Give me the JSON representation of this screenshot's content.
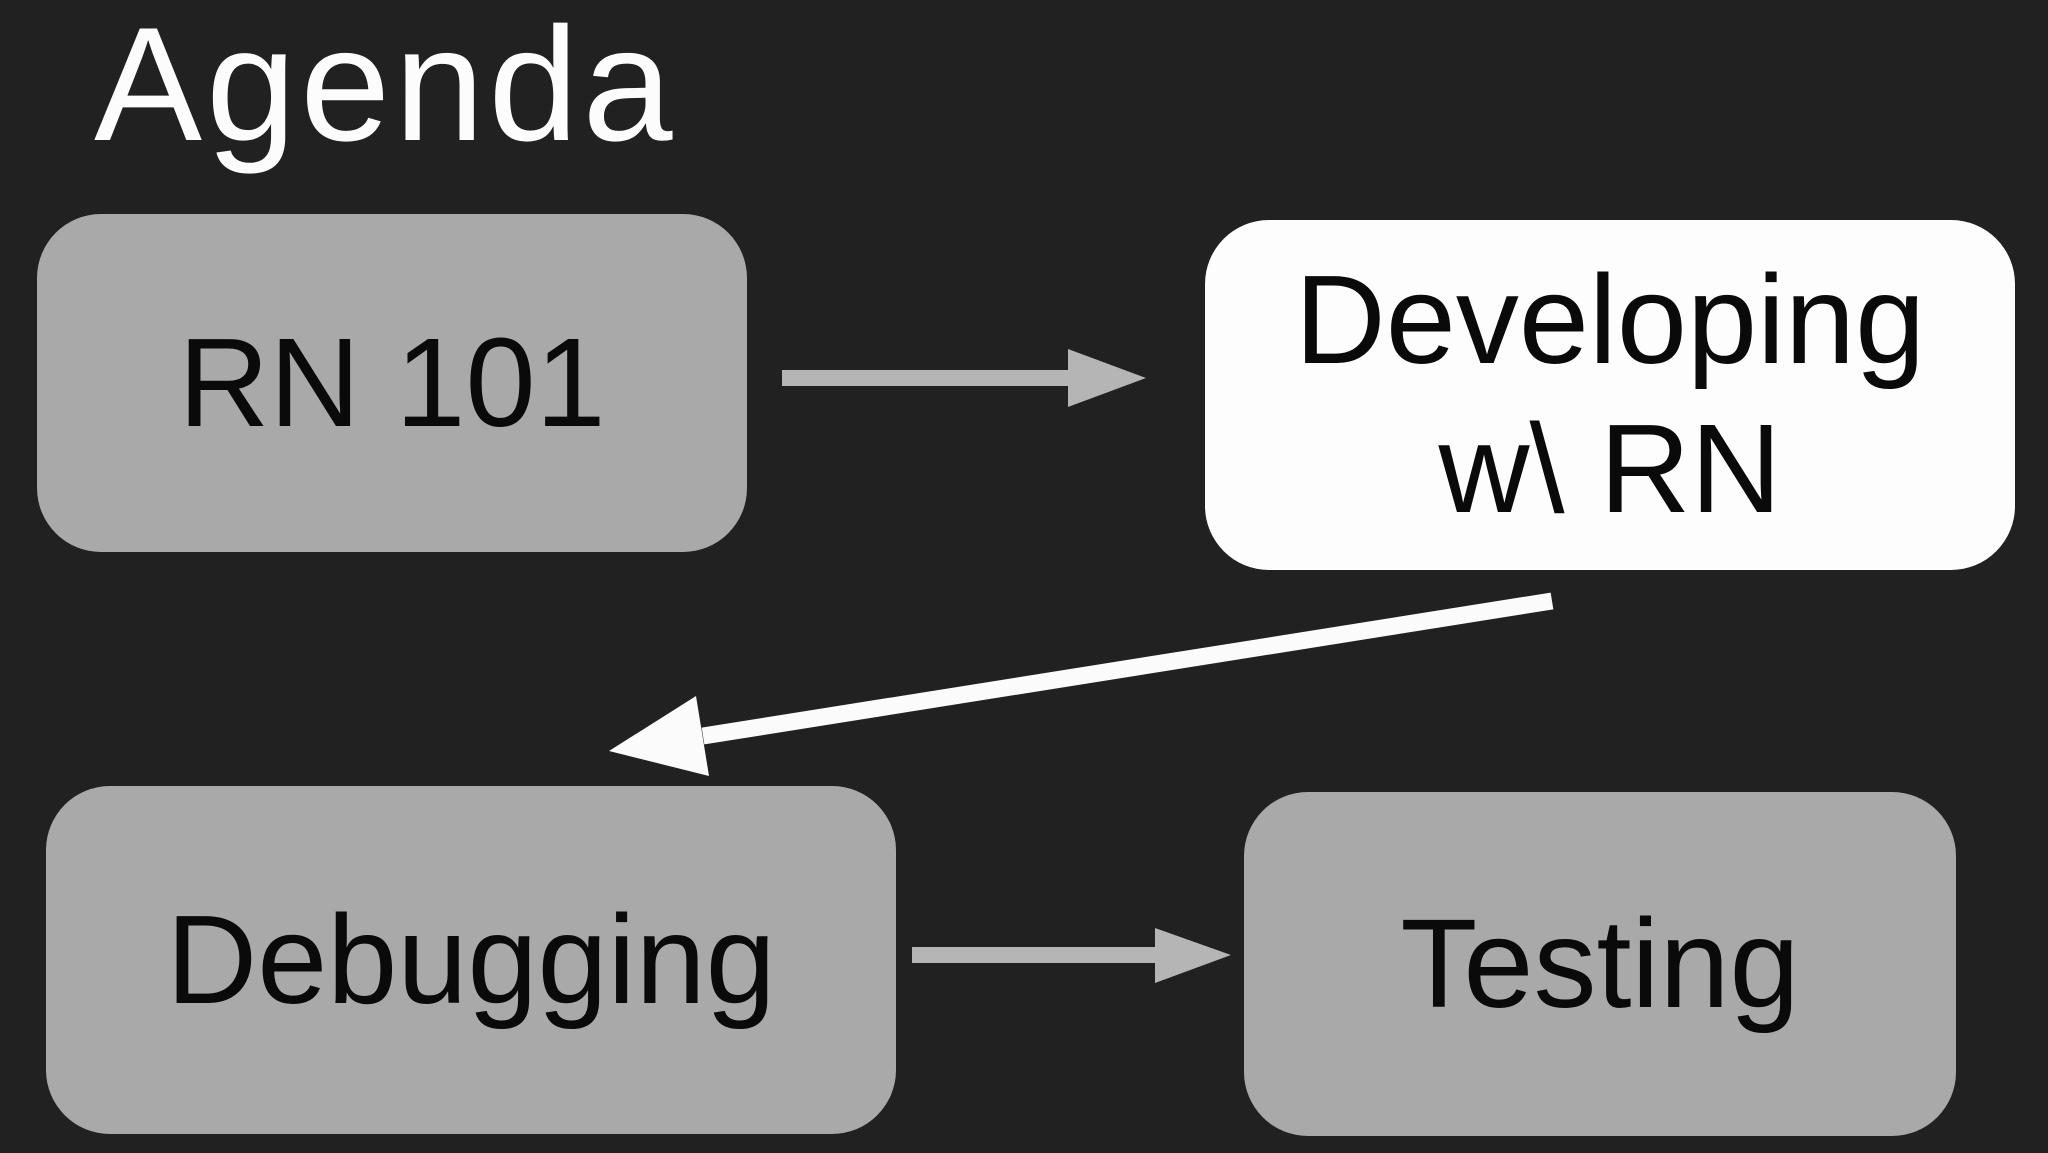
{
  "colors": {
    "background": "#212121",
    "node-gray": "#a9a9a9",
    "node-white": "#fdfdfd",
    "node-text": "#0a0a0a",
    "title-text": "#fcfcfc",
    "arrow-gray": "#b5b5b5",
    "arrow-white": "#fbfbfb"
  },
  "slide": {
    "title": "Agenda"
  },
  "nodes": [
    {
      "id": "rn-101",
      "label": "RN 101",
      "variant": "gray"
    },
    {
      "id": "developing-w-rn",
      "label": "Developing w\\ RN",
      "line1": "Developing",
      "line2": "w\\ RN",
      "variant": "white"
    },
    {
      "id": "debugging",
      "label": "Debugging",
      "variant": "gray"
    },
    {
      "id": "testing",
      "label": "Testing",
      "variant": "gray"
    }
  ],
  "arrows": [
    {
      "from": "RN 101",
      "to": "Developing w\\ RN",
      "color": "gray",
      "direction": "right"
    },
    {
      "from": "Developing w\\ RN",
      "to": "Debugging",
      "color": "white",
      "direction": "down-left"
    },
    {
      "from": "Debugging",
      "to": "Testing",
      "color": "gray",
      "direction": "right"
    }
  ]
}
